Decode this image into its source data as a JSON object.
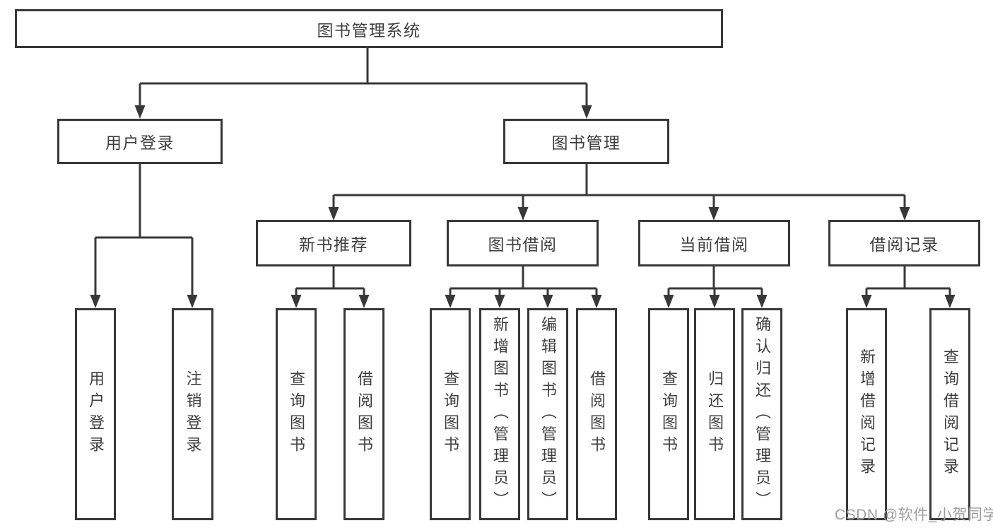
{
  "diagram": {
    "type": "tree",
    "title": "图书管理系统",
    "root": {
      "label": "图书管理系统",
      "children": [
        {
          "label": "用户登录",
          "children": [
            {
              "label": "用户登录"
            },
            {
              "label": "注销登录"
            }
          ]
        },
        {
          "label": "图书管理",
          "children": [
            {
              "label": "新书推荐",
              "children": [
                {
                  "label": "查询图书"
                },
                {
                  "label": "借阅图书"
                }
              ]
            },
            {
              "label": "图书借阅",
              "children": [
                {
                  "label": "查询图书"
                },
                {
                  "label": "新增图书（管理员）"
                },
                {
                  "label": "编辑图书（管理员）"
                },
                {
                  "label": "借阅图书"
                }
              ]
            },
            {
              "label": "当前借阅",
              "children": [
                {
                  "label": "查询图书"
                },
                {
                  "label": "归还图书"
                },
                {
                  "label": "确认归还（管理员）"
                }
              ]
            },
            {
              "label": "借阅记录",
              "children": [
                {
                  "label": "新增借阅记录"
                },
                {
                  "label": "查询借阅记录"
                }
              ]
            }
          ]
        }
      ]
    }
  },
  "watermark": "CSDN @软件_小贺同学",
  "colors": {
    "line": "#383838",
    "text": "#3d3d3d",
    "watermark": "#9d9d9d",
    "background": "#ffffff"
  }
}
